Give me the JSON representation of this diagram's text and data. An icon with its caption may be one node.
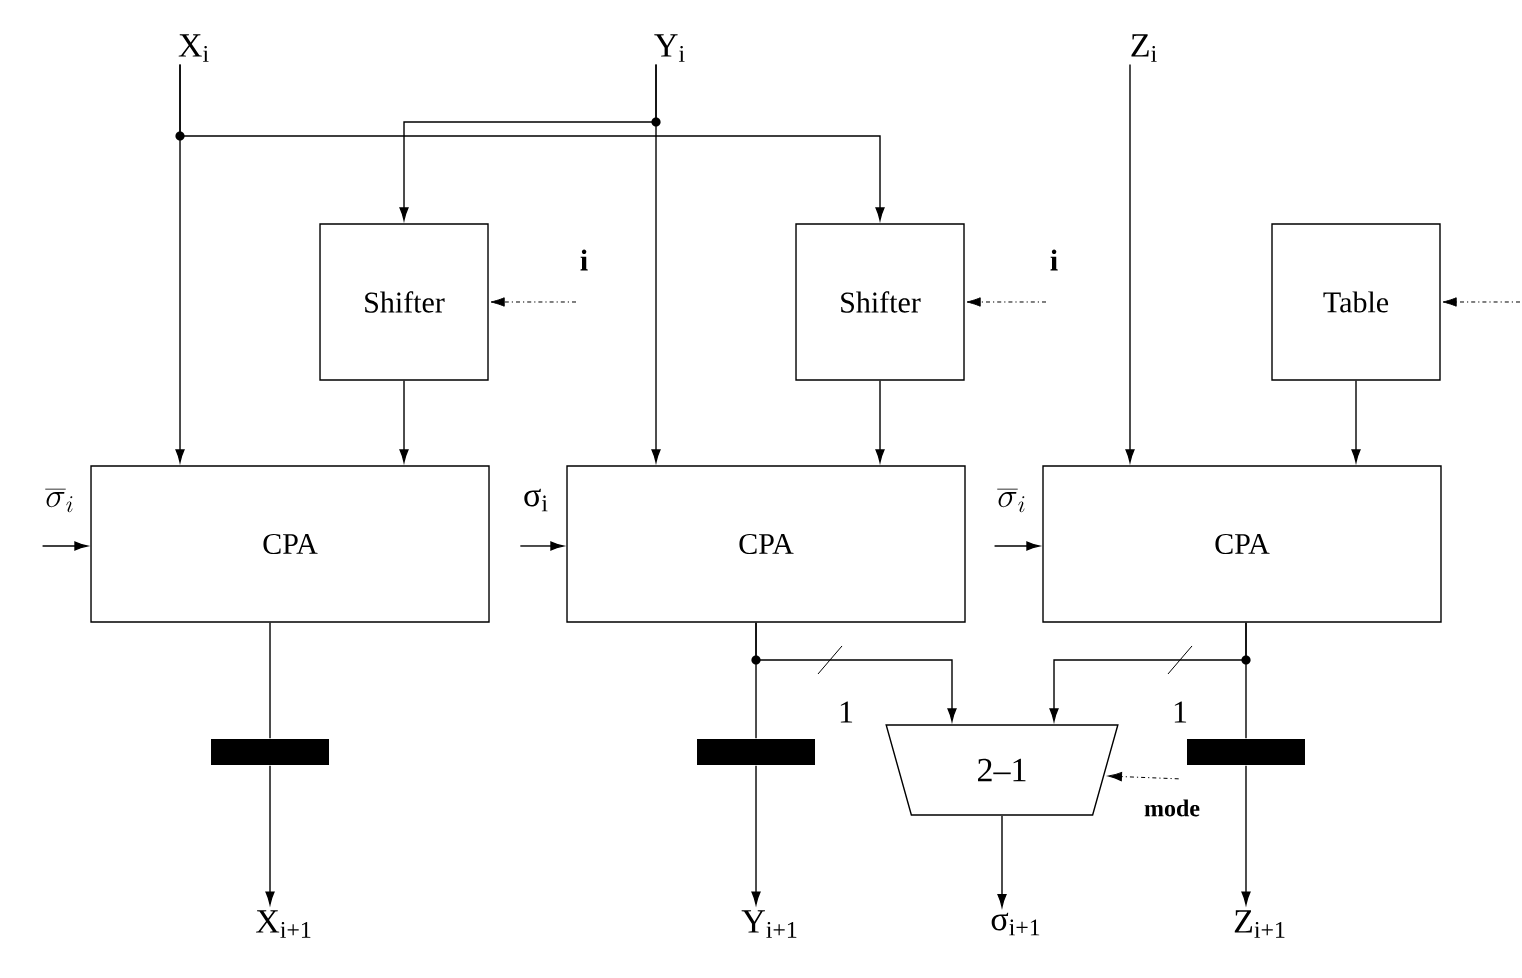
{
  "diagram": {
    "nodes": [
      {
        "text": [
          "X$_{i}$"
        ]
      },
      {
        "text": [
          "Y$_{i}$"
        ]
      },
      {
        "text": [
          "Z$_{i}$"
        ]
      },
      {
        "text": [
          "Shifter"
        ]
      },
      {
        "text": [
          "**i**"
        ]
      },
      {
        "text": [
          "Shifter"
        ]
      },
      {
        "text": [
          "**i**"
        ]
      },
      {
        "text": [
          "Table"
        ]
      },
      {
        "text": [
          "CPA"
        ]
      },
      {
        "text": [
          "CPA"
        ]
      },
      {
        "text": [
          "CPA"
        ]
      },
      {
        "text": [
          "\\overline{\\sigma}_{i}"
        ]
      },
      {
        "text": [
          "σ$_{i}$"
        ]
      },
      {
        "text": [
          "\\overline{\\sigma}_{i}"
        ]
      },
      {
        "text": [
          "2–1"
        ]
      },
      {
        "text": [
          "**mode**"
        ]
      },
      {
        "text": [],
        "shape": "bar"
      },
      {
        "text": [],
        "shape": "bar"
      },
      {
        "text": [],
        "shape": "bar"
      },
      {
        "text": [
          "X$_{i+1}$"
        ]
      },
      {
        "text": [
          "Y$_{i+1}$"
        ]
      },
      {
        "text": [
          "σ$_{i+1}$"
        ]
      },
      {
        "text": [
          "Z$_{i+1}$"
        ]
      }
    ],
    "edges": [
      {
        "from": 0,
        "to": 8,
        "arrow": "to"
      },
      {
        "from": 0,
        "to": 5,
        "arrow": "to"
      },
      {
        "from": 1,
        "to": 3,
        "arrow": "to"
      },
      {
        "from": 1,
        "to": 9,
        "arrow": "to"
      },
      {
        "from": 2,
        "to": 10,
        "arrow": "to"
      },
      {
        "from": 3,
        "to": 8,
        "arrow": "to"
      },
      {
        "from": 5,
        "to": 9,
        "arrow": "to"
      },
      {
        "from": 7,
        "to": 10,
        "arrow": "to"
      },
      {
        "from": 4,
        "to": 3,
        "arrow": "to",
        "style": "dashed"
      },
      {
        "from": 6,
        "to": 5,
        "arrow": "to",
        "style": "dashed"
      },
      {
        "from": null,
        "to": 7,
        "arrow": "to",
        "style": "dashed"
      },
      {
        "from": 11,
        "to": 8,
        "arrow": "to"
      },
      {
        "from": 12,
        "to": 9,
        "arrow": "to"
      },
      {
        "from": 13,
        "to": 10,
        "arrow": "to"
      },
      {
        "from": 8,
        "to": 16,
        "arrow": "none"
      },
      {
        "from": 16,
        "to": 19,
        "arrow": "to"
      },
      {
        "from": 9,
        "to": 17,
        "arrow": "none"
      },
      {
        "from": 17,
        "to": 20,
        "arrow": "to"
      },
      {
        "from": 9,
        "to": 14,
        "arrow": "to",
        "label": "1"
      },
      {
        "from": 10,
        "to": 18,
        "arrow": "none"
      },
      {
        "from": 18,
        "to": 22,
        "arrow": "to"
      },
      {
        "from": 10,
        "to": 14,
        "arrow": "to",
        "label": "1"
      },
      {
        "from": 15,
        "to": 14,
        "arrow": "to",
        "style": "dashed"
      },
      {
        "from": 14,
        "to": 21,
        "arrow": "to"
      }
    ]
  }
}
